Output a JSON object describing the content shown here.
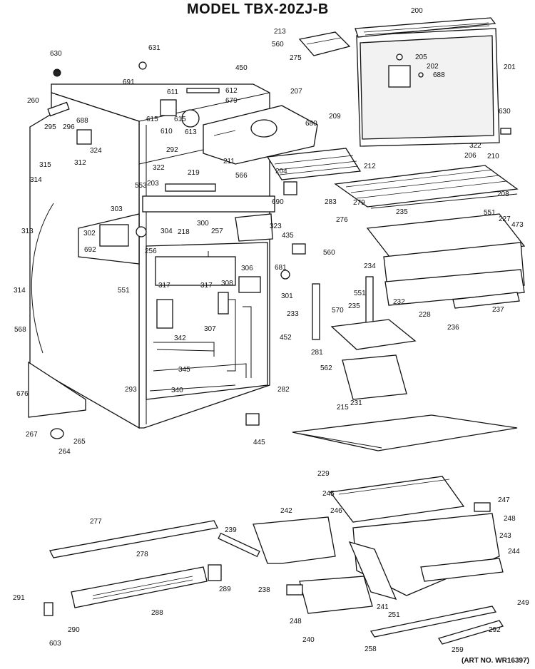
{
  "title": "MODEL TBX-20ZJ-B",
  "art_number": "(ART NO. WR16397)",
  "part_labels": [
    {
      "id": "p200",
      "text": "200"
    },
    {
      "id": "p213",
      "text": "213"
    },
    {
      "id": "p630a",
      "text": "630"
    },
    {
      "id": "p631",
      "text": "631"
    },
    {
      "id": "p560a",
      "text": "560"
    },
    {
      "id": "p275",
      "text": "275"
    },
    {
      "id": "p450",
      "text": "450"
    },
    {
      "id": "p205",
      "text": "205"
    },
    {
      "id": "p202",
      "text": "202"
    },
    {
      "id": "p688a",
      "text": "688"
    },
    {
      "id": "p201",
      "text": "201"
    },
    {
      "id": "p691",
      "text": "691"
    },
    {
      "id": "p611",
      "text": "611"
    },
    {
      "id": "p612",
      "text": "612"
    },
    {
      "id": "p679",
      "text": "679"
    },
    {
      "id": "p207",
      "text": "207"
    },
    {
      "id": "p260",
      "text": "260"
    },
    {
      "id": "p688b",
      "text": "688"
    },
    {
      "id": "p295",
      "text": "295"
    },
    {
      "id": "p296",
      "text": "296"
    },
    {
      "id": "p615a",
      "text": "615"
    },
    {
      "id": "p610",
      "text": "610"
    },
    {
      "id": "p615b",
      "text": "615"
    },
    {
      "id": "p613",
      "text": "613"
    },
    {
      "id": "p209",
      "text": "209"
    },
    {
      "id": "p680",
      "text": "680"
    },
    {
      "id": "p630b",
      "text": "630"
    },
    {
      "id": "p324",
      "text": "324"
    },
    {
      "id": "p292a",
      "text": "292"
    },
    {
      "id": "p322a",
      "text": "322"
    },
    {
      "id": "p322b",
      "text": "322"
    },
    {
      "id": "p206",
      "text": "206"
    },
    {
      "id": "p210",
      "text": "210"
    },
    {
      "id": "p315",
      "text": "315"
    },
    {
      "id": "p312",
      "text": "312"
    },
    {
      "id": "p211",
      "text": "211"
    },
    {
      "id": "p212",
      "text": "212"
    },
    {
      "id": "p314a",
      "text": "314"
    },
    {
      "id": "p219",
      "text": "219"
    },
    {
      "id": "p204",
      "text": "204"
    },
    {
      "id": "p566",
      "text": "566"
    },
    {
      "id": "p553",
      "text": "553"
    },
    {
      "id": "p203",
      "text": "203"
    },
    {
      "id": "p208",
      "text": "208"
    },
    {
      "id": "p283",
      "text": "283"
    },
    {
      "id": "p690",
      "text": "690"
    },
    {
      "id": "p279",
      "text": "279"
    },
    {
      "id": "p235a",
      "text": "235"
    },
    {
      "id": "p551a",
      "text": "551"
    },
    {
      "id": "p303",
      "text": "303"
    },
    {
      "id": "p227",
      "text": "227"
    },
    {
      "id": "p473",
      "text": "473"
    },
    {
      "id": "p313",
      "text": "313"
    },
    {
      "id": "p300",
      "text": "300"
    },
    {
      "id": "p276",
      "text": "276"
    },
    {
      "id": "p323",
      "text": "323"
    },
    {
      "id": "p302",
      "text": "302"
    },
    {
      "id": "p304",
      "text": "304"
    },
    {
      "id": "p218",
      "text": "218"
    },
    {
      "id": "p257",
      "text": "257"
    },
    {
      "id": "p435",
      "text": "435"
    },
    {
      "id": "p692",
      "text": "692"
    },
    {
      "id": "p256",
      "text": "256"
    },
    {
      "id": "p560b",
      "text": "560"
    },
    {
      "id": "p234",
      "text": "234"
    },
    {
      "id": "p306",
      "text": "306"
    },
    {
      "id": "p681",
      "text": "681"
    },
    {
      "id": "p551b",
      "text": "551"
    },
    {
      "id": "p317a",
      "text": "317"
    },
    {
      "id": "p317b",
      "text": "317"
    },
    {
      "id": "p308",
      "text": "308"
    },
    {
      "id": "p301",
      "text": "301"
    },
    {
      "id": "p551c",
      "text": "551"
    },
    {
      "id": "p314b",
      "text": "314"
    },
    {
      "id": "p570",
      "text": "570"
    },
    {
      "id": "p232",
      "text": "232"
    },
    {
      "id": "p235b",
      "text": "235"
    },
    {
      "id": "p233",
      "text": "233"
    },
    {
      "id": "p228",
      "text": "228"
    },
    {
      "id": "p236",
      "text": "236"
    },
    {
      "id": "p237",
      "text": "237"
    },
    {
      "id": "p568",
      "text": "568"
    },
    {
      "id": "p307",
      "text": "307"
    },
    {
      "id": "p342",
      "text": "342"
    },
    {
      "id": "p452",
      "text": "452"
    },
    {
      "id": "p281",
      "text": "281"
    },
    {
      "id": "p345",
      "text": "345"
    },
    {
      "id": "p562",
      "text": "562"
    },
    {
      "id": "p282",
      "text": "282"
    },
    {
      "id": "p676",
      "text": "676"
    },
    {
      "id": "p293",
      "text": "293"
    },
    {
      "id": "p340",
      "text": "340"
    },
    {
      "id": "p215",
      "text": "215"
    },
    {
      "id": "p231",
      "text": "231"
    },
    {
      "id": "p267",
      "text": "267"
    },
    {
      "id": "p265",
      "text": "265"
    },
    {
      "id": "p264",
      "text": "264"
    },
    {
      "id": "p445",
      "text": "445"
    },
    {
      "id": "p229",
      "text": "229"
    },
    {
      "id": "p245",
      "text": "245"
    },
    {
      "id": "p247",
      "text": "247"
    },
    {
      "id": "p277",
      "text": "277"
    },
    {
      "id": "p242",
      "text": "242"
    },
    {
      "id": "p246",
      "text": "246"
    },
    {
      "id": "p248a",
      "text": "248"
    },
    {
      "id": "p239",
      "text": "239"
    },
    {
      "id": "p243",
      "text": "243"
    },
    {
      "id": "p278",
      "text": "278"
    },
    {
      "id": "p244",
      "text": "244"
    },
    {
      "id": "p289",
      "text": "289"
    },
    {
      "id": "p238",
      "text": "238"
    },
    {
      "id": "p291",
      "text": "291"
    },
    {
      "id": "p288",
      "text": "288"
    },
    {
      "id": "p241",
      "text": "241"
    },
    {
      "id": "p251",
      "text": "251"
    },
    {
      "id": "p249",
      "text": "249"
    },
    {
      "id": "p248b",
      "text": "248"
    },
    {
      "id": "p290",
      "text": "290"
    },
    {
      "id": "p292b",
      "text": "292"
    },
    {
      "id": "p603",
      "text": "603"
    },
    {
      "id": "p240",
      "text": "240"
    },
    {
      "id": "p258",
      "text": "258"
    },
    {
      "id": "p259",
      "text": "259"
    }
  ]
}
